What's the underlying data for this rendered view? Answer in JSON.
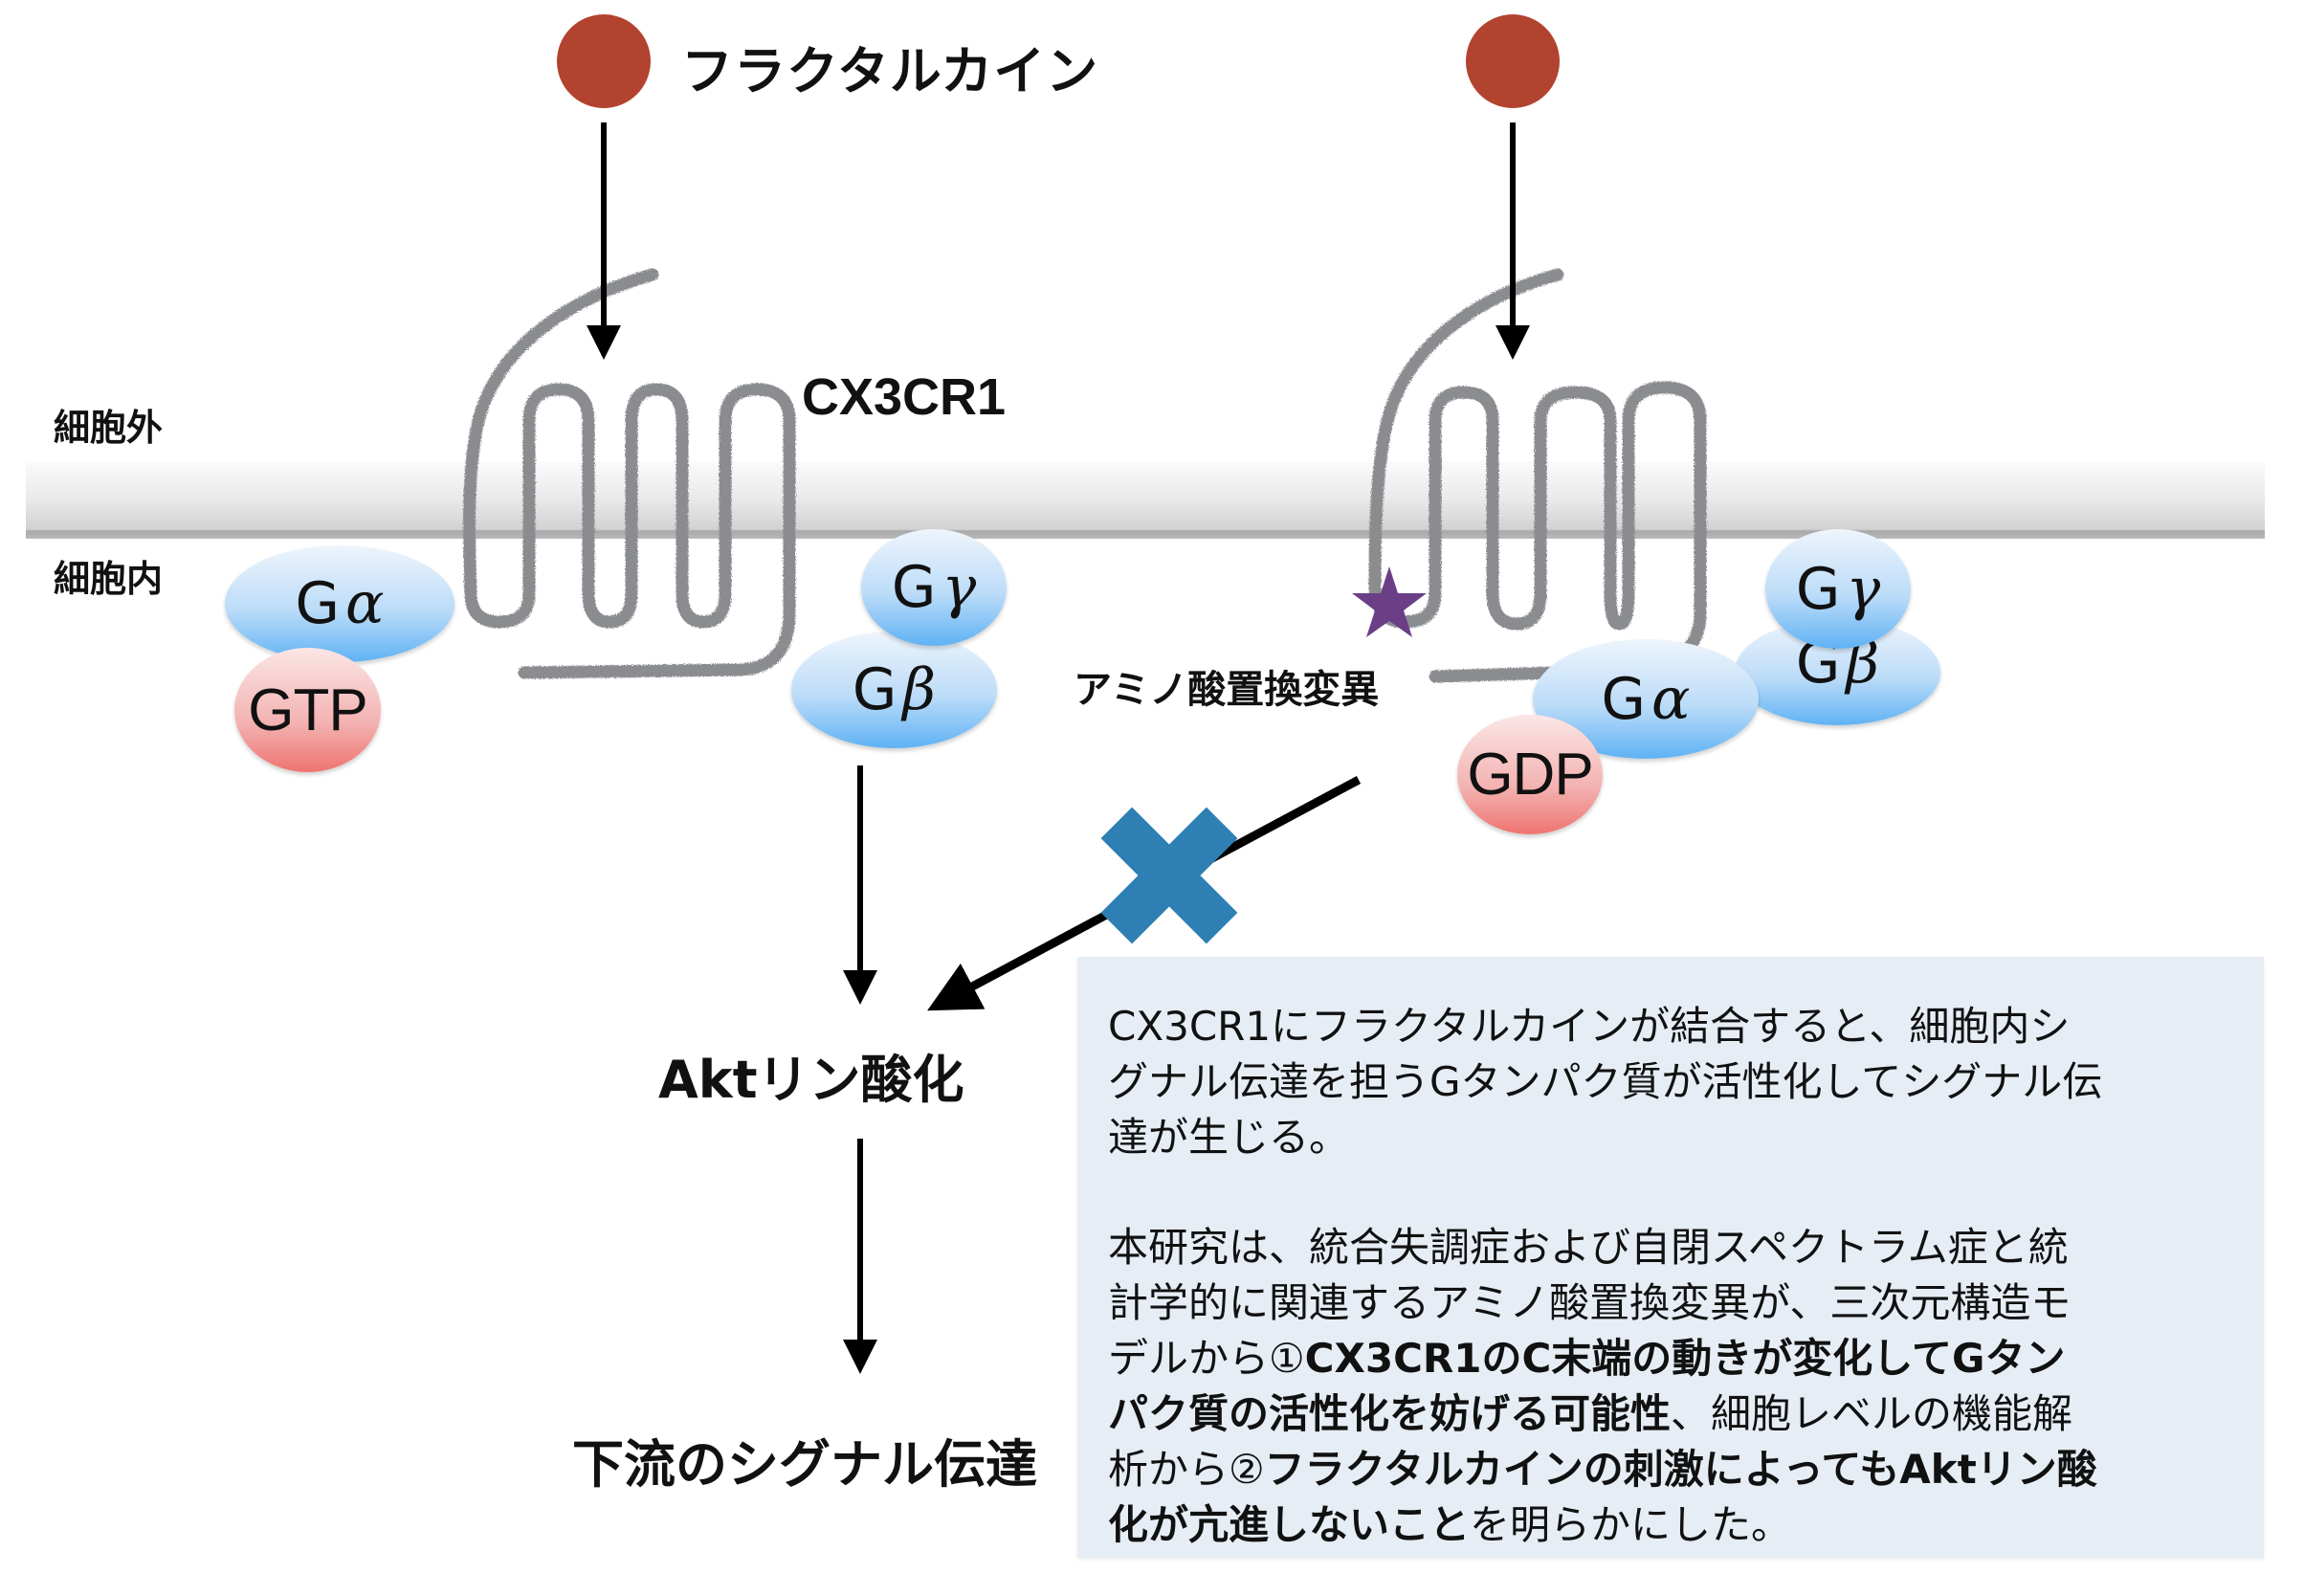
{
  "labels": {
    "ligand": "フラクタルカイン",
    "receptor": "CX3CR1",
    "extracellular": "細胞外",
    "intracellular": "細胞内",
    "mutation": "アミノ酸置換変異",
    "akt": "Aktリン酸化",
    "downstream": "下流のシグナル伝達"
  },
  "proteins": {
    "left": {
      "g_alpha": {
        "g": "G",
        "greek": "α"
      },
      "gtp": "GTP",
      "g_gamma": {
        "g": "G",
        "greek": "γ"
      },
      "g_beta": {
        "g": "G",
        "greek": "β"
      }
    },
    "right": {
      "g_alpha": {
        "g": "G",
        "greek": "α"
      },
      "gdp": "GDP",
      "g_gamma": {
        "g": "G",
        "greek": "γ"
      },
      "g_beta": {
        "g": "G",
        "greek": "β"
      }
    }
  },
  "icons": {
    "ligand": "red-circle",
    "mutation": "purple-star",
    "blocked": "blue-x-mark"
  },
  "colors": {
    "ligand": "#b2432e",
    "star": "#6b3f86",
    "x_mark": "#2e7fb3",
    "receptor": "#8a8c8f",
    "textbox_bg": "#e6edf5",
    "g_protein": "#5fb2f4",
    "nucleotide": "#ee7470"
  },
  "textbox": {
    "paragraph1": [
      "CX3CR1にフラクタルカインが結合すると、細胞内シ",
      "グナル伝達を担うGタンパク質が活性化してシグナル伝",
      "達が生じる。"
    ],
    "paragraph2": [
      [
        {
          "t": "本研究は、統合失調症および自閉スペクトラム症と統",
          "b": false
        }
      ],
      [
        {
          "t": "計学的に関連するアミノ酸置換変異が、三次元構造モ",
          "b": false
        }
      ],
      [
        {
          "t": "デルから①",
          "b": false
        },
        {
          "t": "CX3CR1のC末端の動きが変化してGタン",
          "b": true
        }
      ],
      [
        {
          "t": "パク質の活性化を妨げる可能性",
          "b": true
        },
        {
          "t": "、細胞レベルの機能解",
          "b": false
        }
      ],
      [
        {
          "t": "析から②",
          "b": false
        },
        {
          "t": "フラクタルカインの刺激によってもAktリン酸",
          "b": true
        }
      ],
      [
        {
          "t": "化が亢進しないこと",
          "b": true
        },
        {
          "t": "を明らかにした。",
          "b": false
        }
      ]
    ]
  }
}
